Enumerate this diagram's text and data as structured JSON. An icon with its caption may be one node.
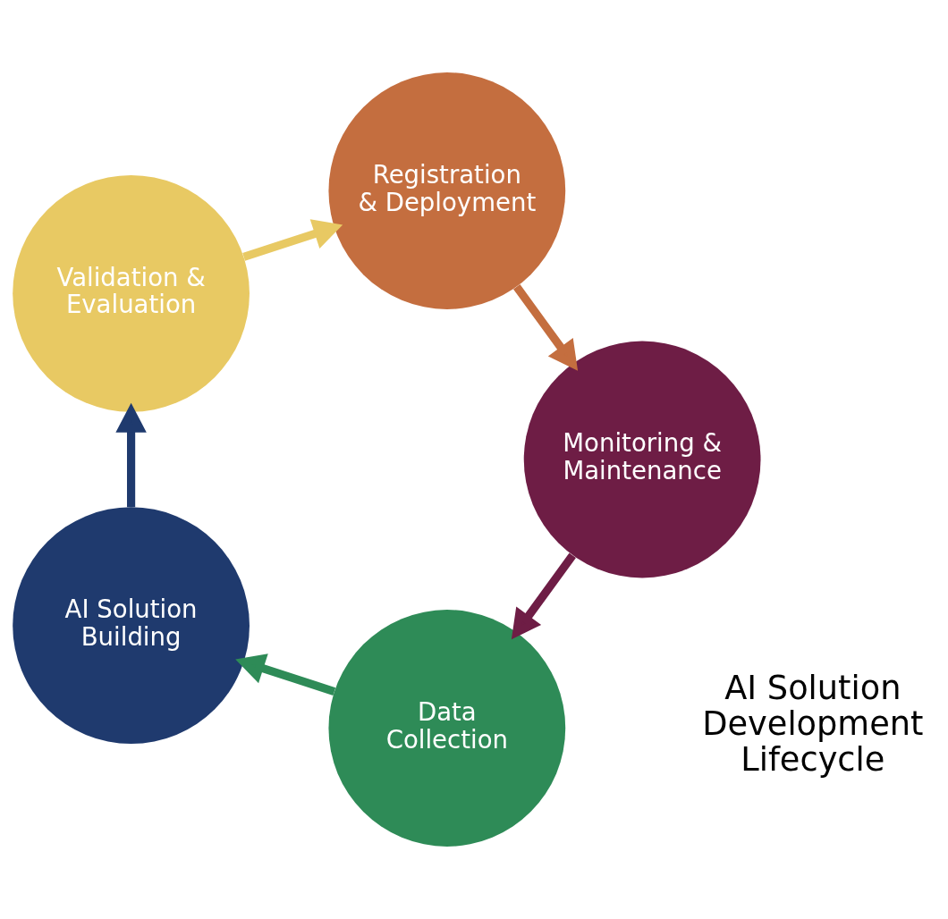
{
  "diagram": {
    "nodes": [
      {
        "text": [
          "Data Collection"
        ]
      },
      {
        "text": [
          "AI Solution Building"
        ]
      },
      {
        "text": [
          "Validation & Evaluation"
        ]
      },
      {
        "text": [
          "Registration & Deployment"
        ]
      },
      {
        "text": [
          "Monitoring & Maintenance"
        ]
      }
    ],
    "edges": [
      {
        "from": 0,
        "to": 1,
        "arrow": "to",
        "color": "#2e8b57"
      },
      {
        "from": 1,
        "to": 2,
        "arrow": "to",
        "color": "#1f3a6e"
      },
      {
        "from": 2,
        "to": 3,
        "arrow": "to",
        "color": "#e8c963"
      },
      {
        "from": 3,
        "to": 4,
        "arrow": "to",
        "color": "#c46e3f"
      },
      {
        "from": 4,
        "to": 0,
        "arrow": "to",
        "color": "#6e1d45"
      }
    ],
    "labels": [
      "AI Solution Development Lifecycle"
    ]
  }
}
